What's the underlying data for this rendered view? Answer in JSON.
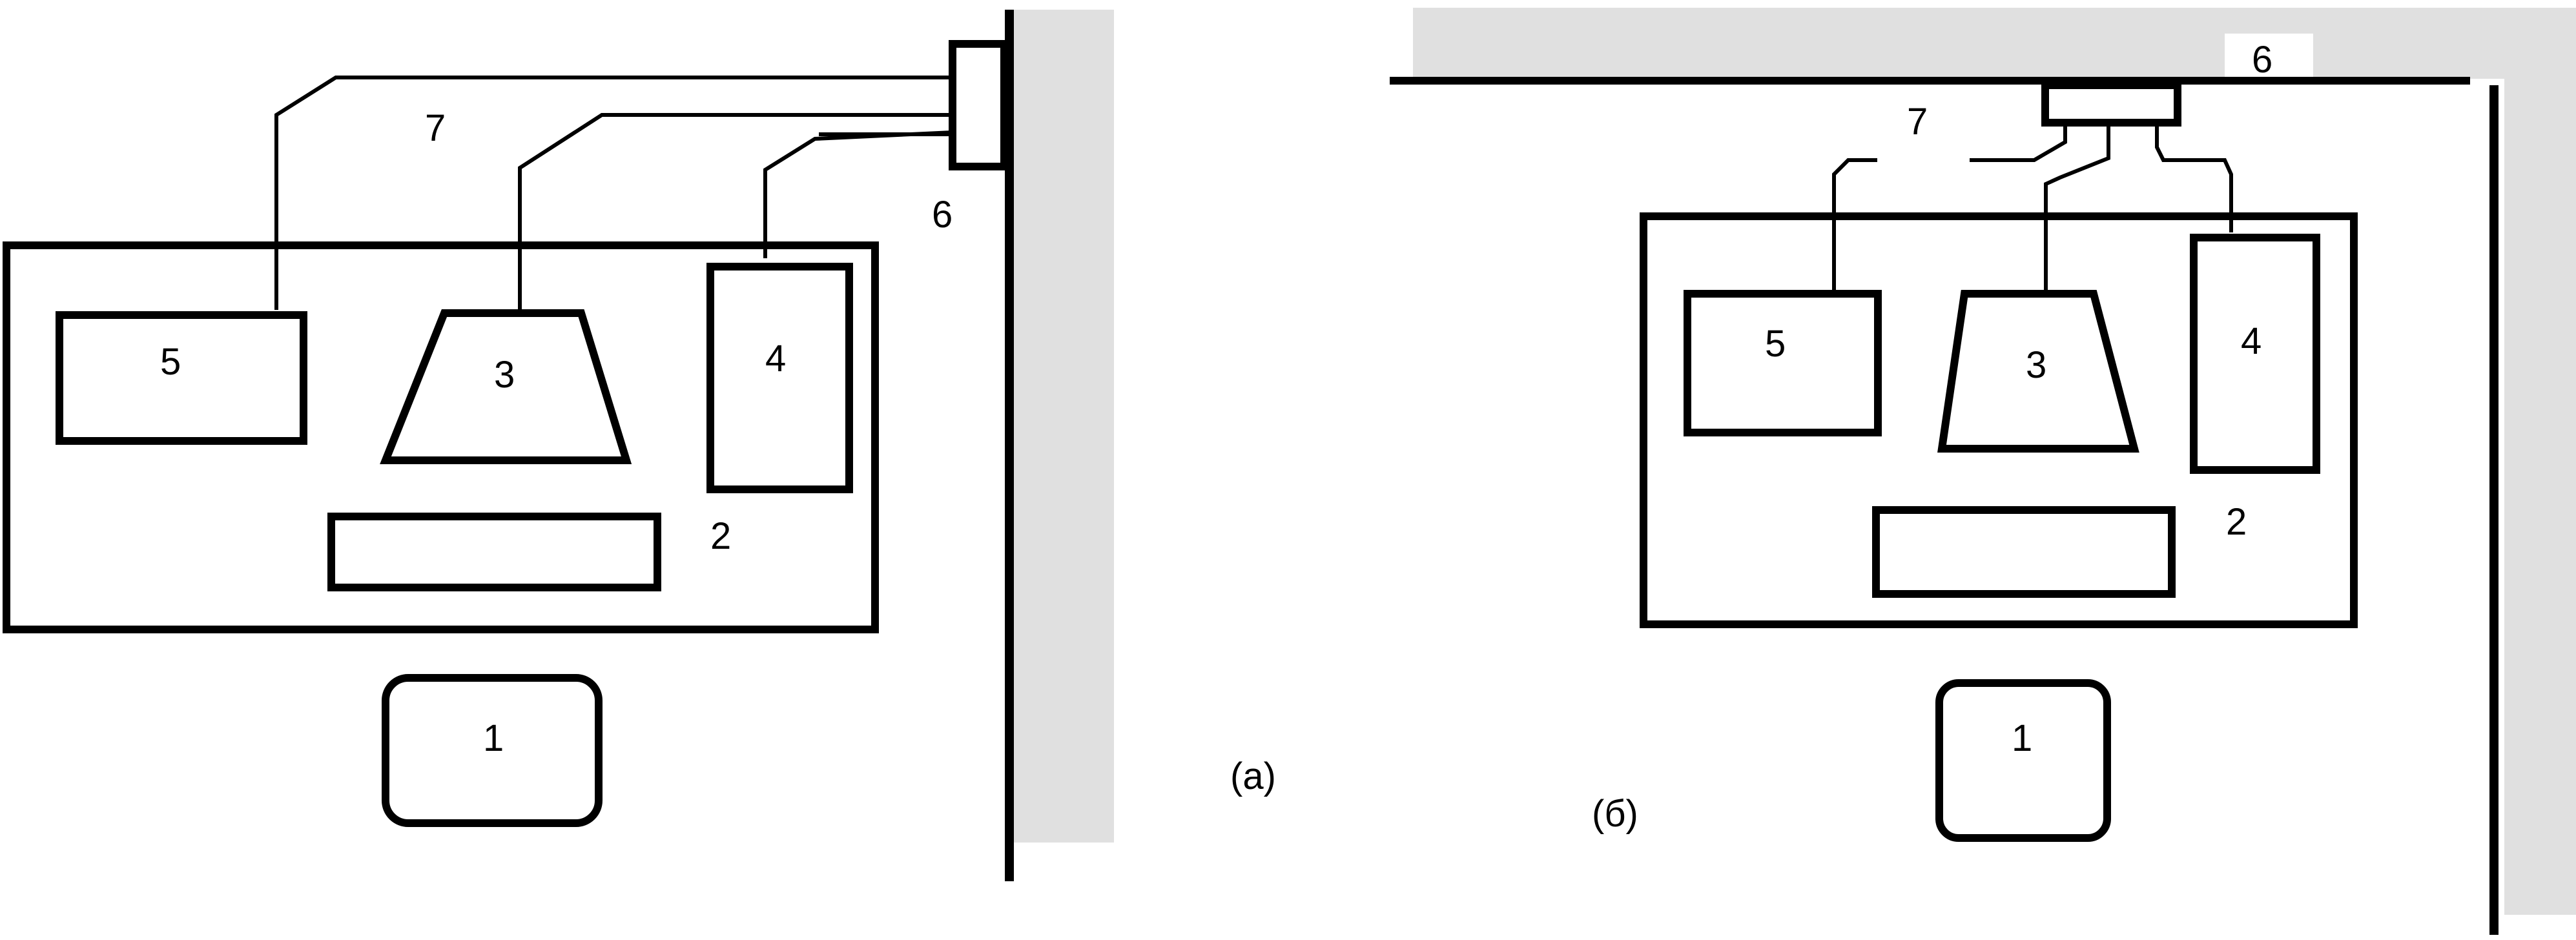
{
  "colors": {
    "line": "#000000",
    "wall": "#e0e0e0",
    "background": "#ffffff"
  },
  "diagram_a": {
    "caption": "(а)",
    "labels": {
      "n1": "1",
      "n2": "2",
      "n3": "3",
      "n4": "4",
      "n5": "5",
      "n6": "6",
      "n7": "7"
    }
  },
  "diagram_b": {
    "caption": "(б)",
    "labels": {
      "n1": "1",
      "n2": "2",
      "n3": "3",
      "n4": "4",
      "n5": "5",
      "n6": "6",
      "n7": "7"
    }
  }
}
